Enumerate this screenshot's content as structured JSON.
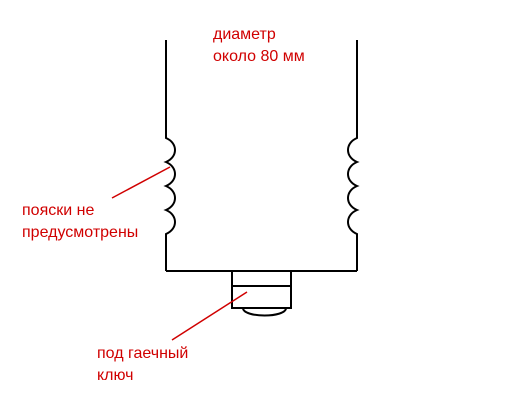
{
  "colors": {
    "label_text": "#d00000",
    "outline": "#000000",
    "leader_line": "#d00000",
    "background": "#ffffff"
  },
  "labels": {
    "diameter": {
      "line1": "диаметр",
      "line2": "около 80 мм"
    },
    "belts": {
      "line1": "пояски не",
      "line2": "предусмотрены"
    },
    "wrench": {
      "line1": "под гаечный",
      "line2": "ключ"
    }
  }
}
